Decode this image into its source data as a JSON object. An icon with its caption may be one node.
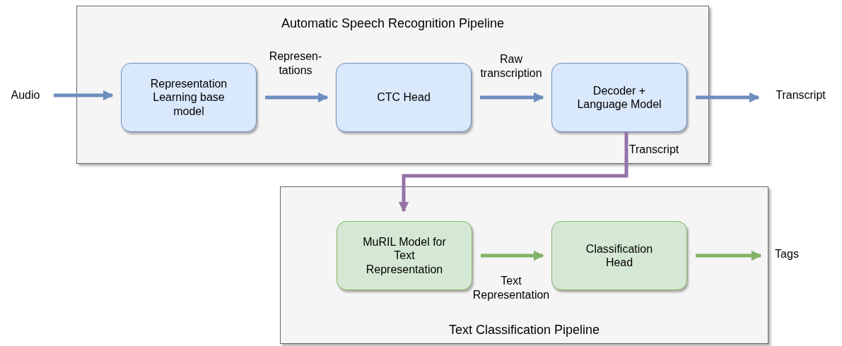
{
  "diagram": {
    "nodes": [
      {
        "text": [
          "Automatic Speech Recognition Pipeline"
        ]
      },
      {
        "text": [
          "Audio"
        ]
      },
      {
        "text": [
          "Representation Learning base model"
        ],
        "in": 0
      },
      {
        "text": [
          "CTC Head"
        ],
        "in": 0
      },
      {
        "text": [
          "Decoder + Language Model"
        ],
        "in": 0
      },
      {
        "text": [
          "Transcript"
        ]
      },
      {
        "text": [
          "Text Classification Pipeline"
        ]
      },
      {
        "text": [
          "MuRIL Model for Text Representation"
        ],
        "in": 6
      },
      {
        "text": [
          "Classification Head"
        ],
        "in": 6
      },
      {
        "text": [
          "Tags"
        ]
      }
    ],
    "edges": [
      {
        "from": 1,
        "to": 2,
        "arrow": "to"
      },
      {
        "from": 2,
        "to": 3,
        "arrow": "to",
        "label": "Represen- tations"
      },
      {
        "from": 3,
        "to": 4,
        "arrow": "to",
        "label": "Raw transcription"
      },
      {
        "from": 4,
        "to": 5,
        "arrow": "to"
      },
      {
        "from": 4,
        "to": 7,
        "arrow": "to",
        "label": "Transcript",
        "color": "#9673a6"
      },
      {
        "from": 7,
        "to": 8,
        "arrow": "to",
        "label": "Text Representation",
        "color": "#82b366"
      },
      {
        "from": 8,
        "to": 9,
        "arrow": "to",
        "color": "#82b366"
      }
    ]
  }
}
